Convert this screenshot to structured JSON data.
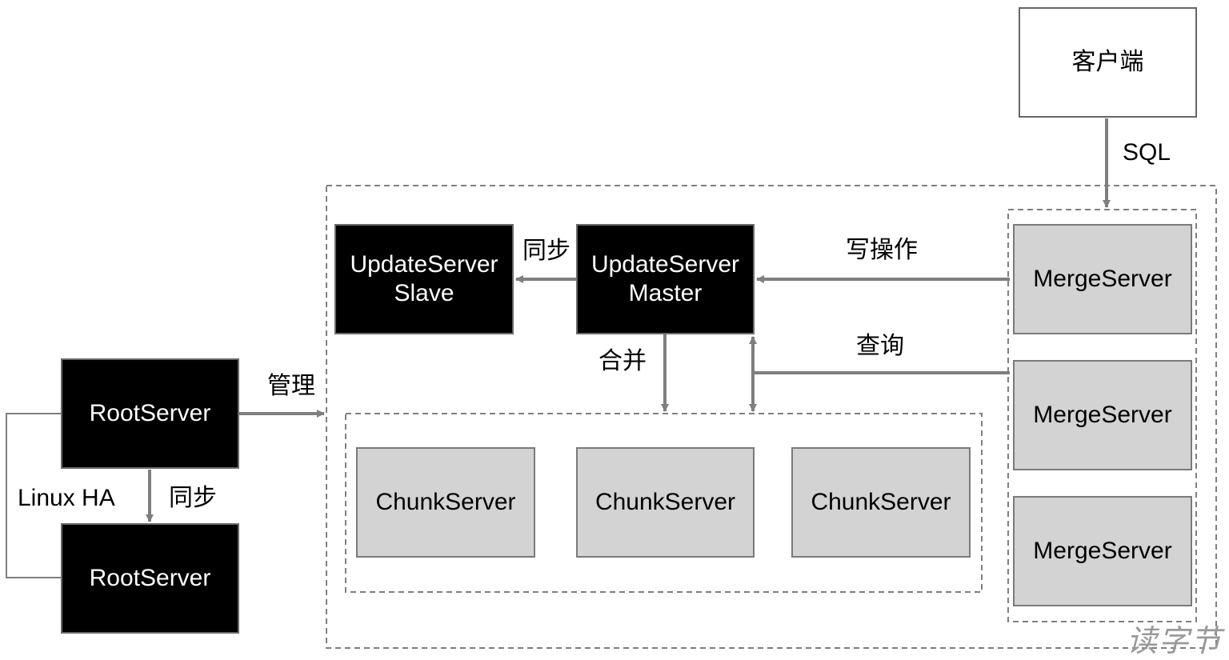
{
  "nodes": {
    "client": "客户端",
    "ups_slave": [
      "UpdateServer",
      "Slave"
    ],
    "ups_master": [
      "UpdateServer",
      "Master"
    ],
    "root_primary": "RootServer",
    "root_backup": "RootServer",
    "merge_servers": [
      "MergeServer",
      "MergeServer",
      "MergeServer"
    ],
    "chunk_servers": [
      "ChunkServer",
      "ChunkServer",
      "ChunkServer"
    ]
  },
  "edges": {
    "sql": "SQL",
    "sync_ups": "同步",
    "write_op": "写操作",
    "query": "查询",
    "merge": "合并",
    "manage": "管理",
    "root_sync": "同步",
    "linux_ha": "Linux HA"
  },
  "watermark": "读字节",
  "colors": {
    "black_box": "#000000",
    "grey_box": "#d3d3d3",
    "arrow": "#7f7f7f",
    "dashed": "#7f7f7f"
  }
}
